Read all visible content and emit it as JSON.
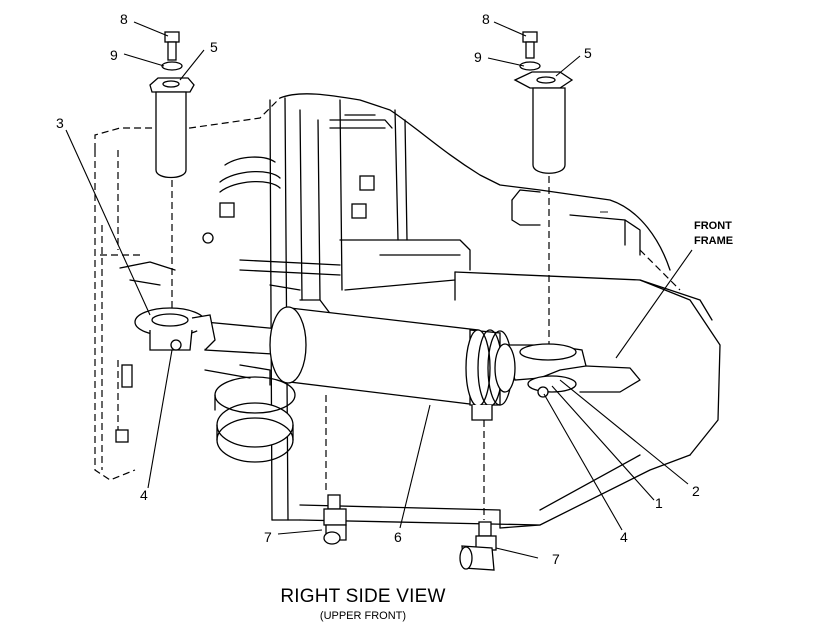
{
  "title": "RIGHT SIDE VIEW",
  "subtitle": "(UPPER FRONT)",
  "frame_note": [
    "FRONT",
    "FRAME"
  ],
  "callouts": {
    "c8_left": "8",
    "c9_left": "9",
    "c5_left": "5",
    "c3": "3",
    "c4_left": "4",
    "c7_left": "7",
    "c6": "6",
    "c7_right": "7",
    "c4_right": "4",
    "c1": "1",
    "c2": "2",
    "c8_right": "8",
    "c9_right": "9",
    "c5_right": "5"
  }
}
